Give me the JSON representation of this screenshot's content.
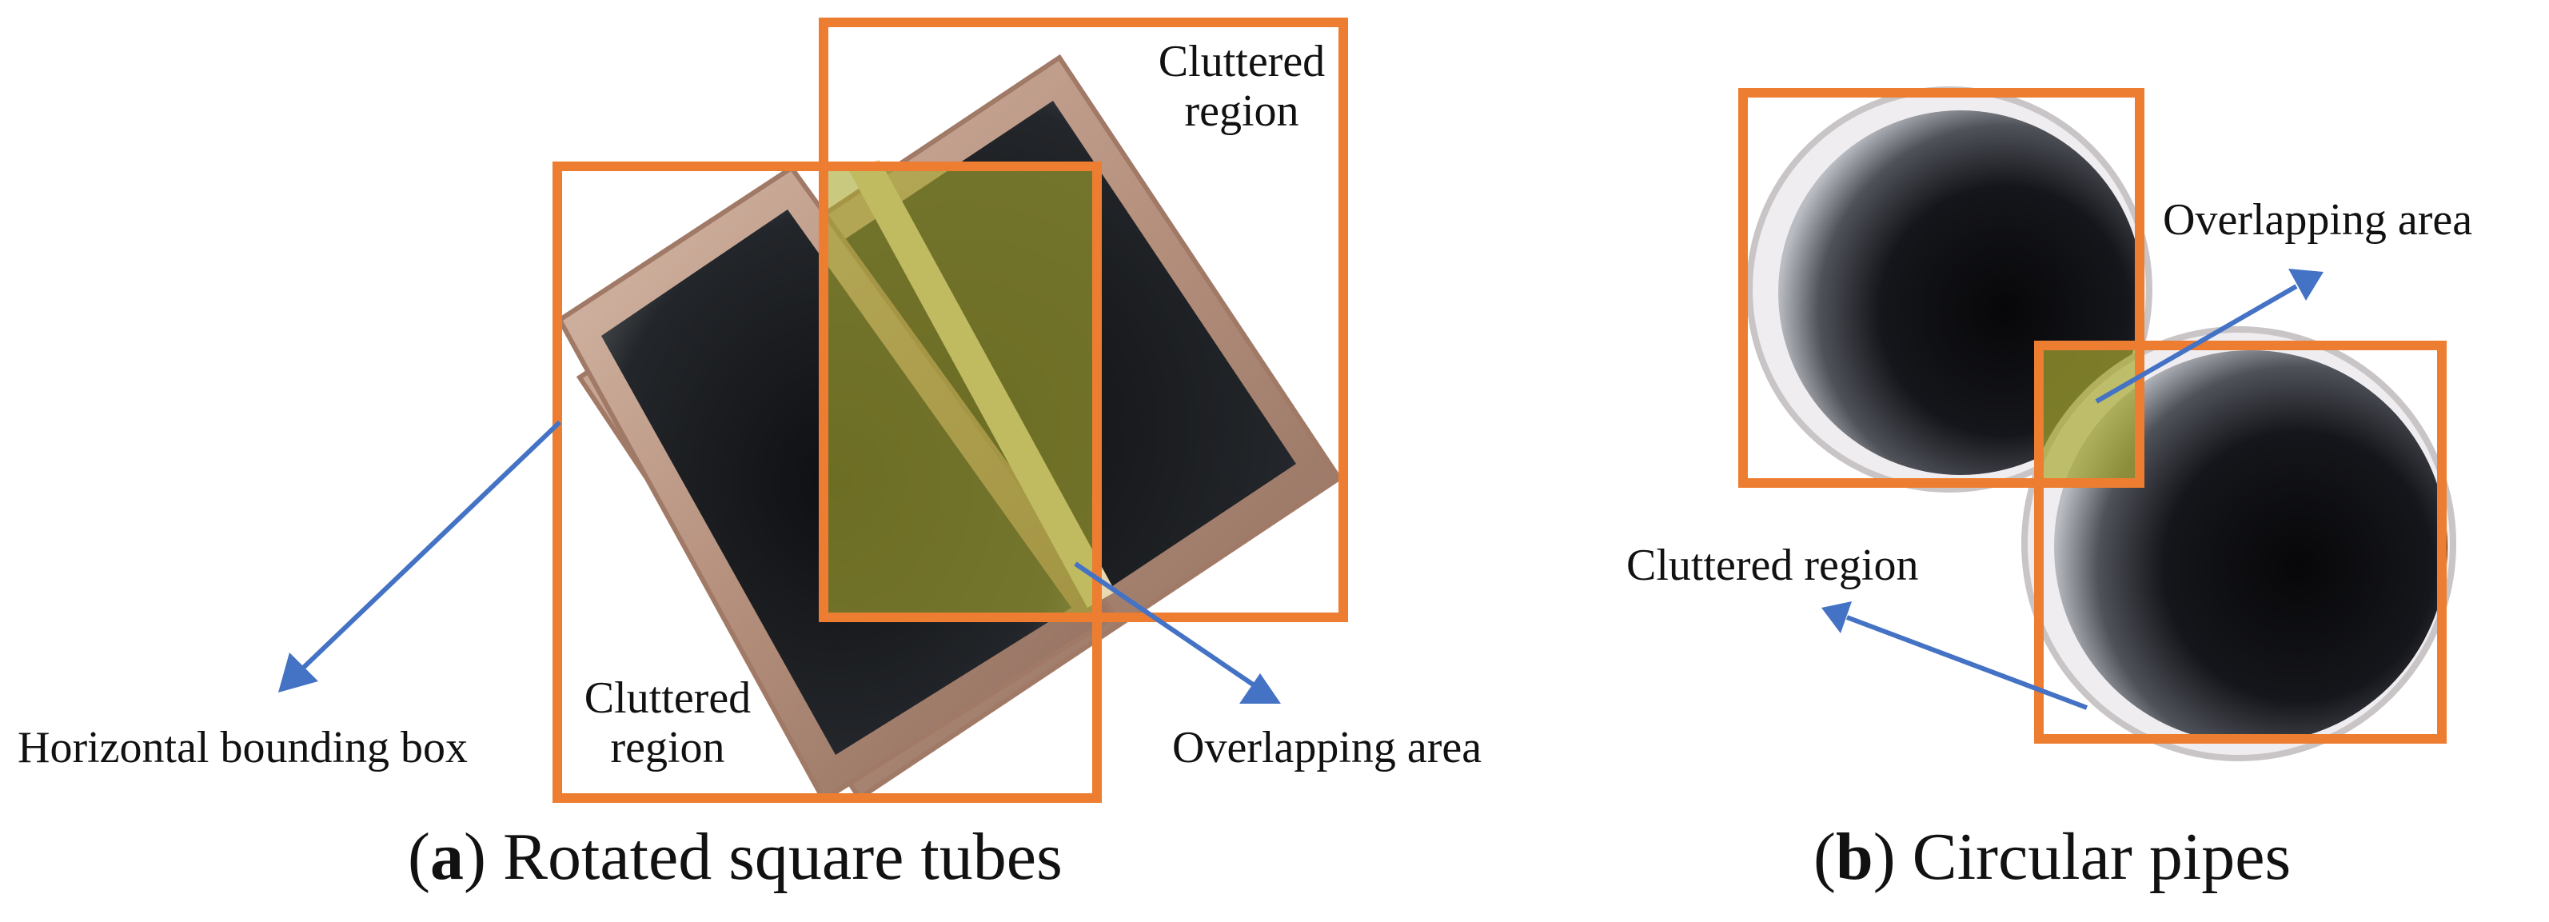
{
  "panel_a": {
    "caption_open": "(",
    "caption_letter": "a",
    "caption_rest": ") Rotated square tubes",
    "label_cluttered_top_line1": "Cluttered",
    "label_cluttered_top_line2": "region",
    "label_cluttered_bottom_line1": "Cluttered",
    "label_cluttered_bottom_line2": "region",
    "label_horizontal_box": "Horizontal bounding box",
    "label_overlapping": "Overlapping area"
  },
  "panel_b": {
    "caption_open": "(",
    "caption_letter": "b",
    "caption_rest": ") Circular pipes",
    "label_overlapping": "Overlapping area",
    "label_cluttered": "Cluttered region"
  },
  "colors": {
    "box": "#ED7D31",
    "arrow": "#4472C4",
    "overlap_tint": "#A8A830"
  }
}
